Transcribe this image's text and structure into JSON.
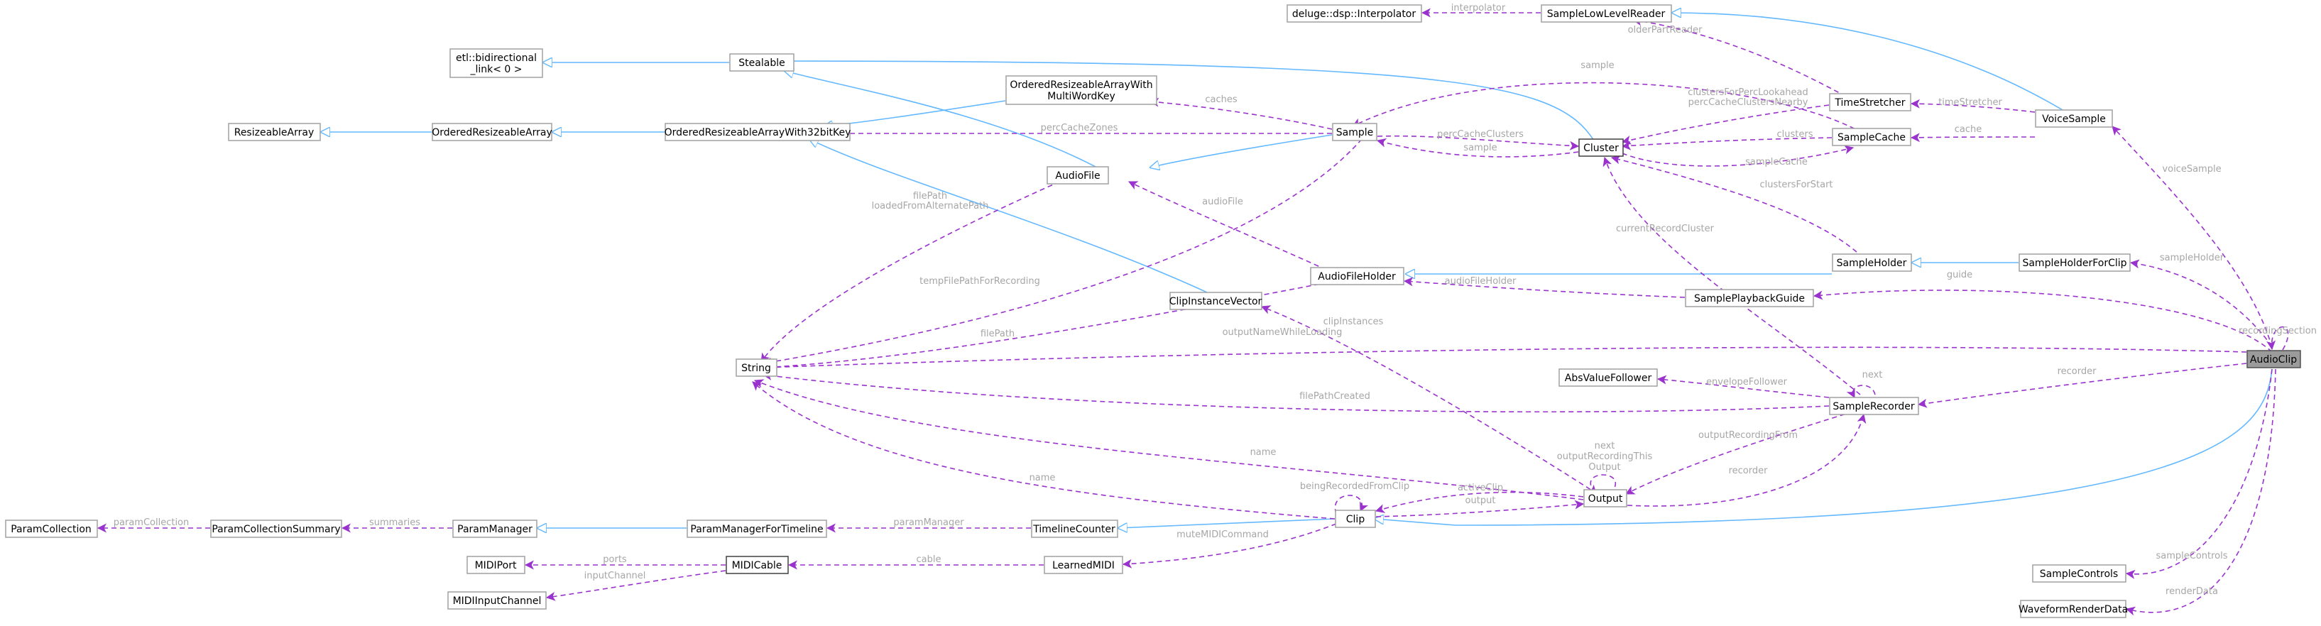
{
  "colors": {
    "inheritance_edge": "#63b8ff",
    "usage_edge": "#9a32cd",
    "edge_label": "#a6a6a6",
    "node_border": "#a0a0a0",
    "focus_node_fill": "#9b9b9b"
  },
  "nodes": {
    "interpolator": "deluge::dsp::Interpolator",
    "sample_low_level_reader": "SampleLowLevelReader",
    "etl_bidirectional_line1": "etl::bidirectional",
    "etl_bidirectional_line2": "_link< 0 >",
    "stealable": "Stealable",
    "ordered_multiword_line1": "OrderedResizeableArrayWith",
    "ordered_multiword_line2": "MultiWordKey",
    "time_stretcher": "TimeStretcher",
    "voice_sample": "VoiceSample",
    "resizeable_array": "ResizeableArray",
    "ordered_resizeable_array": "OrderedResizeableArray",
    "ordered_32bit_key": "OrderedResizeableArrayWith32bitKey",
    "sample": "Sample",
    "cluster": "Cluster",
    "sample_cache": "SampleCache",
    "audio_file": "AudioFile",
    "audio_file_holder": "AudioFileHolder",
    "sample_holder": "SampleHolder",
    "sample_holder_for_clip": "SampleHolderForClip",
    "sample_playback_guide": "SamplePlaybackGuide",
    "clip_instance_vector": "ClipInstanceVector",
    "string": "String",
    "audio_clip": "AudioClip",
    "abs_value_follower": "AbsValueFollower",
    "sample_recorder": "SampleRecorder",
    "output": "Output",
    "param_collection": "ParamCollection",
    "param_collection_summary": "ParamCollectionSummary",
    "param_manager": "ParamManager",
    "param_manager_for_timeline": "ParamManagerForTimeline",
    "timeline_counter": "TimelineCounter",
    "clip": "Clip",
    "midi_port": "MIDIPort",
    "midi_cable": "MIDICable",
    "learned_midi": "LearnedMIDI",
    "midi_input_channel": "MIDIInputChannel",
    "sample_controls": "SampleControls",
    "waveform_render_data": "WaveformRenderData"
  },
  "labels": {
    "interpolator": "interpolator",
    "older_part_reader": "olderPartReader",
    "sample_top": "sample",
    "caches": "caches",
    "clusters_for_perc_line1": "clustersForPercLookahead",
    "clusters_for_perc_line2": "percCacheClustersNearby",
    "time_stretcher": "timeStretcher",
    "perc_cache_zones": "percCacheZones",
    "perc_cache_clusters": "percCacheClusters",
    "sample_mid": "sample",
    "clusters": "clusters",
    "cache": "cache",
    "sample_cache": "sampleCache",
    "clusters_for_start": "clustersForStart",
    "voice_sample": "voiceSample",
    "file_path_line1": "filePath",
    "file_path_line2": "loadedFromAlternatePath",
    "audio_file": "audioFile",
    "current_record_cluster": "currentRecordCluster",
    "sample_holder": "sampleHolder",
    "temp_file_path": "tempFilePathForRecording",
    "audio_file_holder": "audioFileHolder",
    "guide": "guide",
    "record_section": "recordingSection",
    "clip_instances": "clipInstances",
    "file_path_low": "filePath",
    "output_name": "outputNameWhileLoading",
    "next_recorder": "next",
    "recorder_audio": "recorder",
    "envelope_follower": "envelopeFollower",
    "file_path_created": "filePathCreated",
    "next_output_line1": "next",
    "next_output_line2": "outputRecordingThis",
    "next_output_line3": "Output",
    "output_recording_from": "outputRecordingFrom",
    "recorder_output": "recorder",
    "name_output": "name",
    "being_recorded": "beingRecordedFromClip",
    "active_clip": "activeClip",
    "output_clip": "output",
    "name_clip": "name",
    "param_collection": "paramCollection",
    "summaries": "summaries",
    "param_manager": "paramManager",
    "mute_midi": "muteMIDICommand",
    "ports": "ports",
    "cable": "cable",
    "input_channel": "inputChannel",
    "sample_controls": "sampleControls",
    "render_data": "renderData"
  }
}
